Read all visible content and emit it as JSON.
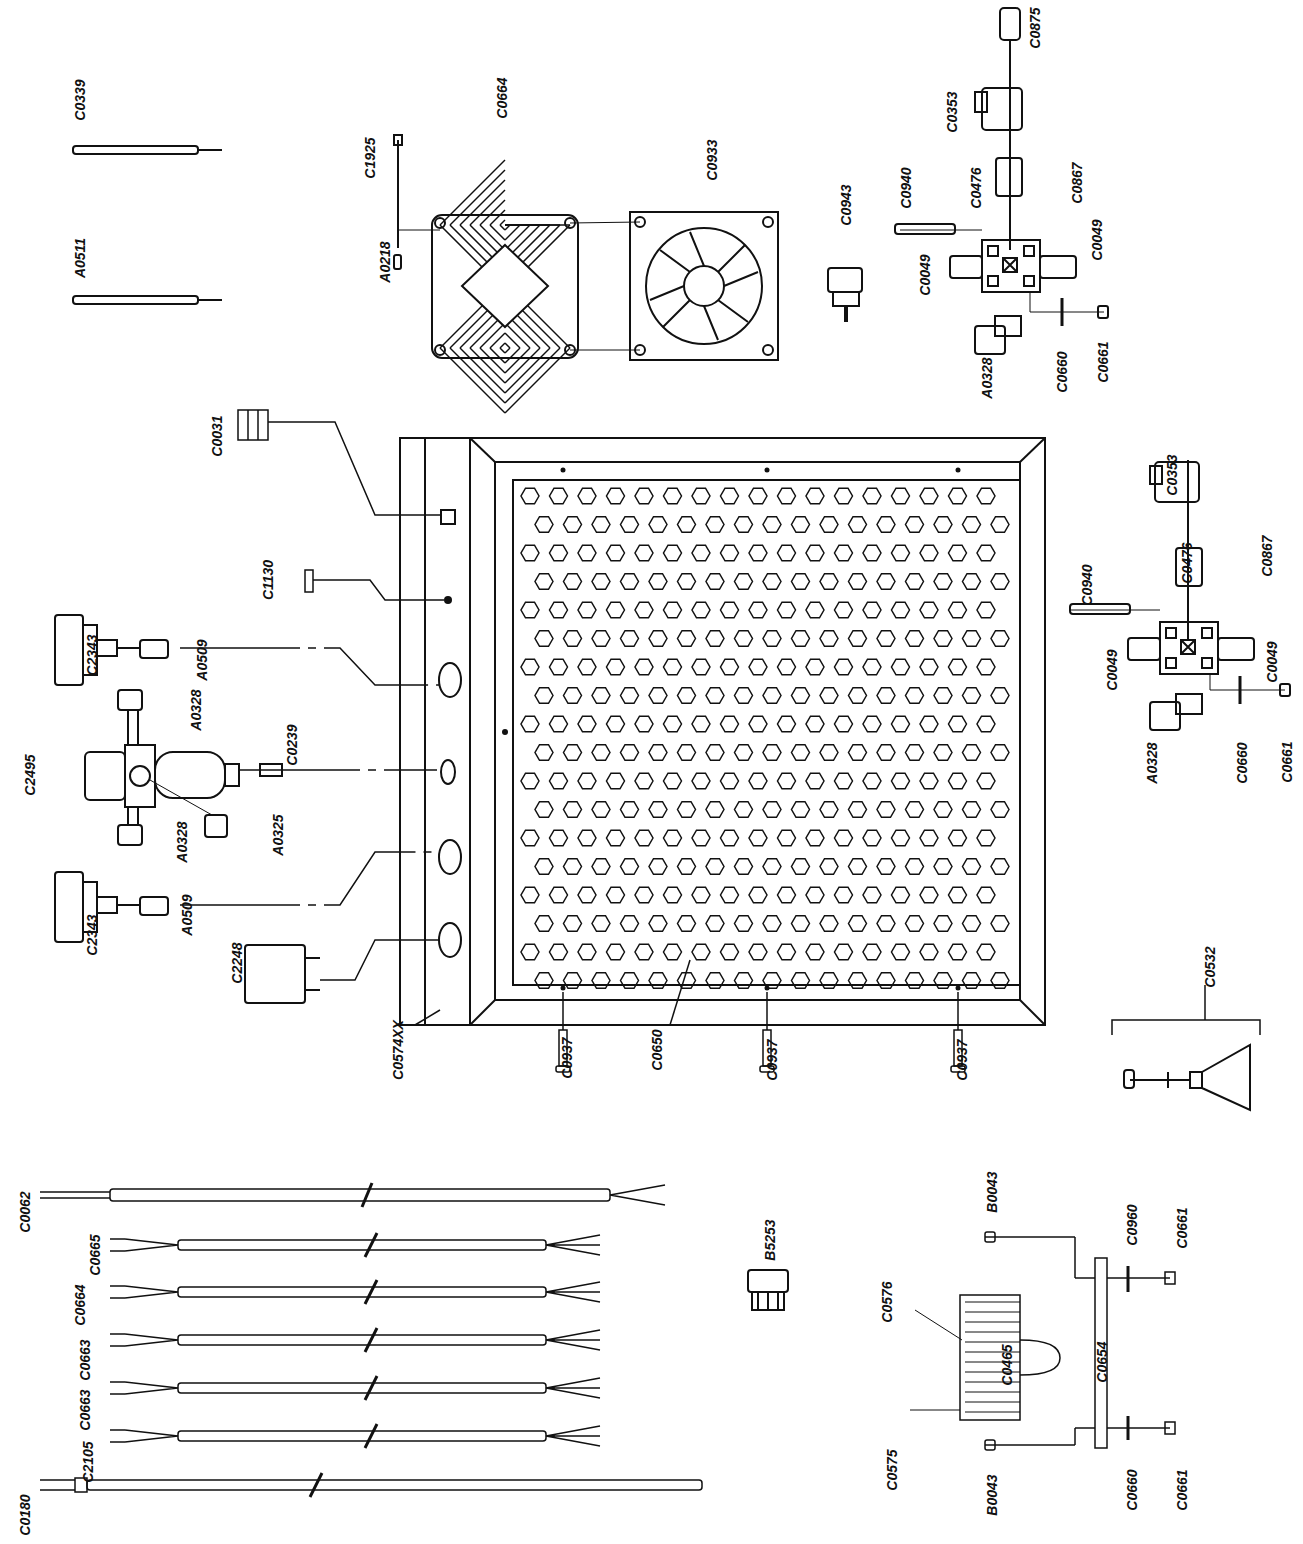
{
  "diagram": {
    "labels": [
      "C0339",
      "A0511",
      "C1925",
      "A0218",
      "C0664",
      "C0933",
      "C0943",
      "C0875",
      "C0353",
      "C0940",
      "C0476",
      "C0867",
      "C0049",
      "C0049",
      "A0328",
      "C0660",
      "C0661",
      "C0031",
      "C1130",
      "C2343",
      "A0509",
      "A0328",
      "C0239",
      "C2495",
      "A0328",
      "A0325",
      "A0509",
      "C2343",
      "C2248",
      "C0574XX",
      "C0937",
      "C0650",
      "C0937",
      "C0937",
      "C0353",
      "C0940",
      "C0476",
      "C0867",
      "C0049",
      "C0049",
      "A0328",
      "C0660",
      "C0661",
      "C0532",
      "C0062",
      "C0665",
      "C0664",
      "C0663",
      "C0663",
      "C2105",
      "C0180",
      "B5253",
      "B0043",
      "C0576",
      "C0960",
      "C0661",
      "C0465",
      "C0654",
      "C0575",
      "C0660",
      "C0661",
      "B0043"
    ]
  }
}
